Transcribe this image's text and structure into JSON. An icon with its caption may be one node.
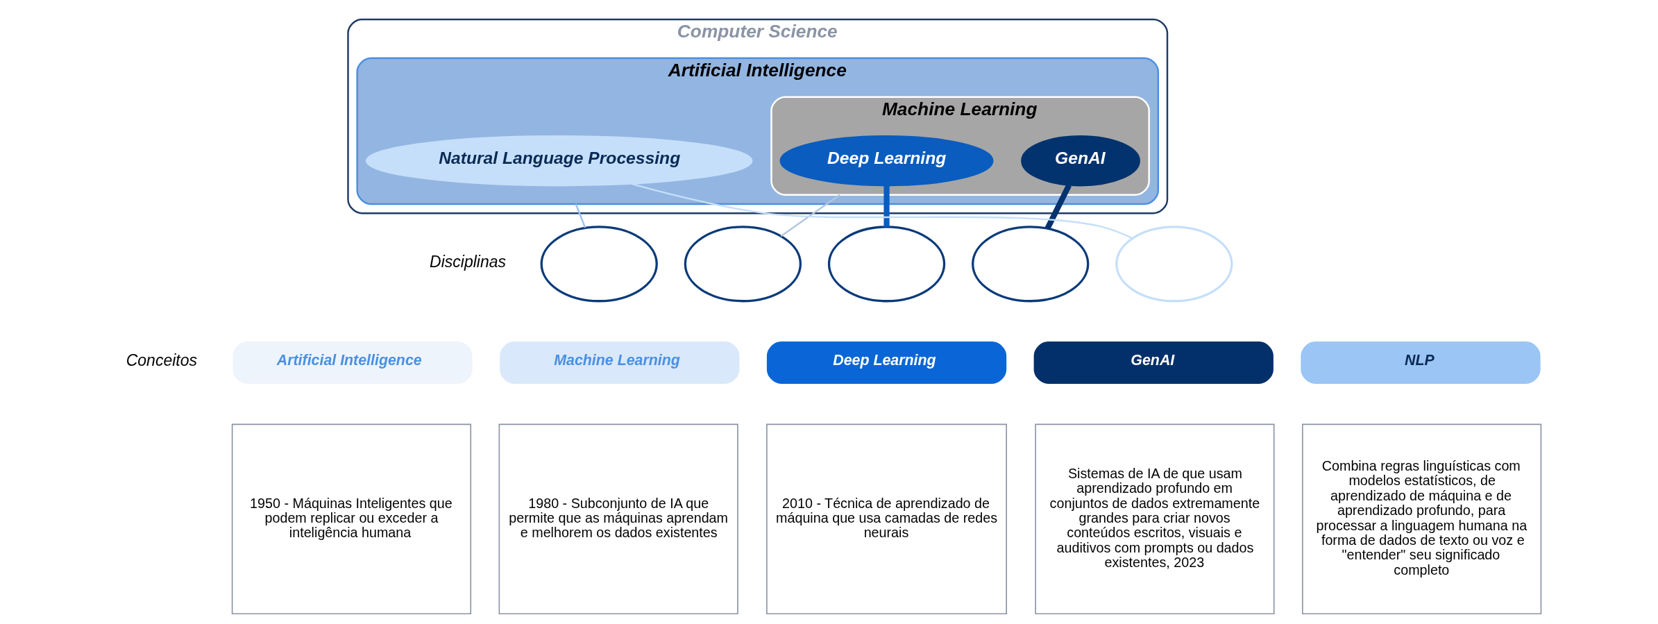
{
  "diagram": {
    "nodes": [
      {
        "text": [
          "Computer Science"
        ]
      },
      {
        "text": [
          "Artificial Intelligence"
        ],
        "in": 0
      },
      {
        "text": [
          "Machine Learning"
        ],
        "in": 1
      },
      {
        "text": [
          "Deep Learning"
        ],
        "in": 2
      },
      {
        "text": [
          "GenAI"
        ],
        "in": 2
      },
      {
        "text": [
          "Natural Language Processing"
        ],
        "in": 1
      },
      {
        "text": [],
        "shape": "circle"
      },
      {
        "text": [],
        "shape": "circle"
      },
      {
        "text": [],
        "shape": "circle"
      },
      {
        "text": [],
        "shape": "circle"
      },
      {
        "text": [],
        "shape": "circle"
      },
      {
        "text": [
          "Artificial Intelligence"
        ]
      },
      {
        "text": [
          "Machine Learning"
        ]
      },
      {
        "text": [
          "Deep Learning"
        ]
      },
      {
        "text": [
          "GenAI"
        ]
      },
      {
        "text": [
          "NLP"
        ]
      },
      {
        "text": [
          "1950 - Máquinas Inteligentes que podem replicar ou exceder a inteligência humana"
        ]
      },
      {
        "text": [
          "1980 - Subconjunto de IA que permite que as máquinas aprendam e melhorem os dados existentes"
        ]
      },
      {
        "text": [
          "2010 - Técnica de aprendizado de máquina que usa camadas de redes neurais"
        ]
      },
      {
        "text": [
          "Sistemas de IA de que usam aprendizado profundo em conjuntos de dados extremamente grandes para criar novos conteúdos escritos, visuais e auditivos com prompts ou dados existentes, 2023"
        ]
      },
      {
        "text": [
          "Combina regras linguísticas com modelos estatísticos, de aprendizado de máquina e de aprendizado profundo, para processar a linguagem humana na forma de dados de texto ou voz e \"entender\" seu significado completo"
        ]
      }
    ],
    "edges": [
      {
        "from": 1,
        "to": 6,
        "arrow": "none",
        "color": "#9dc3f0"
      },
      {
        "from": 2,
        "to": 7,
        "arrow": "none",
        "color": "#b4c6dc"
      },
      {
        "from": 3,
        "to": 8,
        "arrow": "none",
        "style": "thick",
        "color": "#0a5cbf"
      },
      {
        "from": 4,
        "to": 9,
        "arrow": "none",
        "style": "thick",
        "color": "#02336e"
      },
      {
        "from": 5,
        "to": 10,
        "arrow": "none",
        "color": "#c5dffa"
      }
    ],
    "labels": [
      "Disciplinas",
      "Conceitos"
    ]
  }
}
